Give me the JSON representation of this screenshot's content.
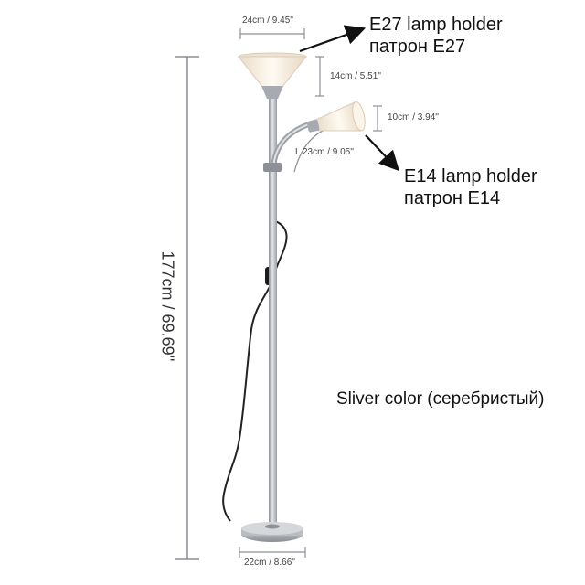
{
  "labels": {
    "e27_en": "E27 lamp holder",
    "e27_ru": "патрон E27",
    "e14_en": "E14 lamp holder",
    "e14_ru": "патрон E14",
    "color_note": "Sliver color (серебристый)"
  },
  "dimensions": {
    "top_shade_width": "24cm / 9.45''",
    "top_shade_height": "14cm / 5.51''",
    "small_shade_height": "10cm / 3.94''",
    "arm_length": "L 23cm / 9.05''",
    "total_height": "177cm / 69.69''",
    "base_width": "22cm / 8.66''"
  },
  "colors": {
    "pole": "#b9bcc1",
    "shade": "#f6ecdd",
    "dimension_line": "#8a8f96",
    "arrow": "#111111"
  }
}
